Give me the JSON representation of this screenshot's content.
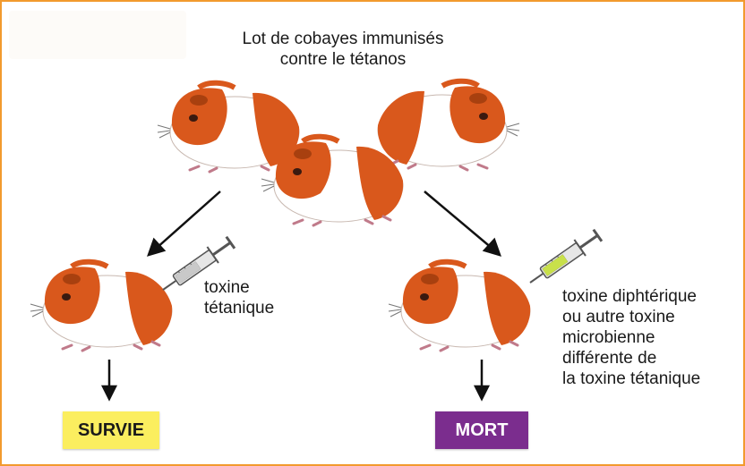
{
  "diagram": {
    "title_line1": "Lot de cobayes immunisés",
    "title_line2": "contre le tétanos",
    "left_injection_label": "toxine\ntétanique",
    "right_injection_label": "toxine diphtérique\nou autre toxine\nmicrobienne\ndifférente de\nla toxine tétanique",
    "outcome_left": "SURVIE",
    "outcome_right": "MORT"
  },
  "colors": {
    "frame": "#f29a2e",
    "guinea_pig_orange": "#d9581c",
    "survie_badge": "#fbee5f",
    "mort_badge": "#7b2d8e",
    "syringe_left_liquid": "#c9c9c9",
    "syringe_right_liquid": "#c8e04a"
  },
  "icons": [
    "guinea-pig-icon",
    "syringe-icon",
    "arrow-icon"
  ]
}
